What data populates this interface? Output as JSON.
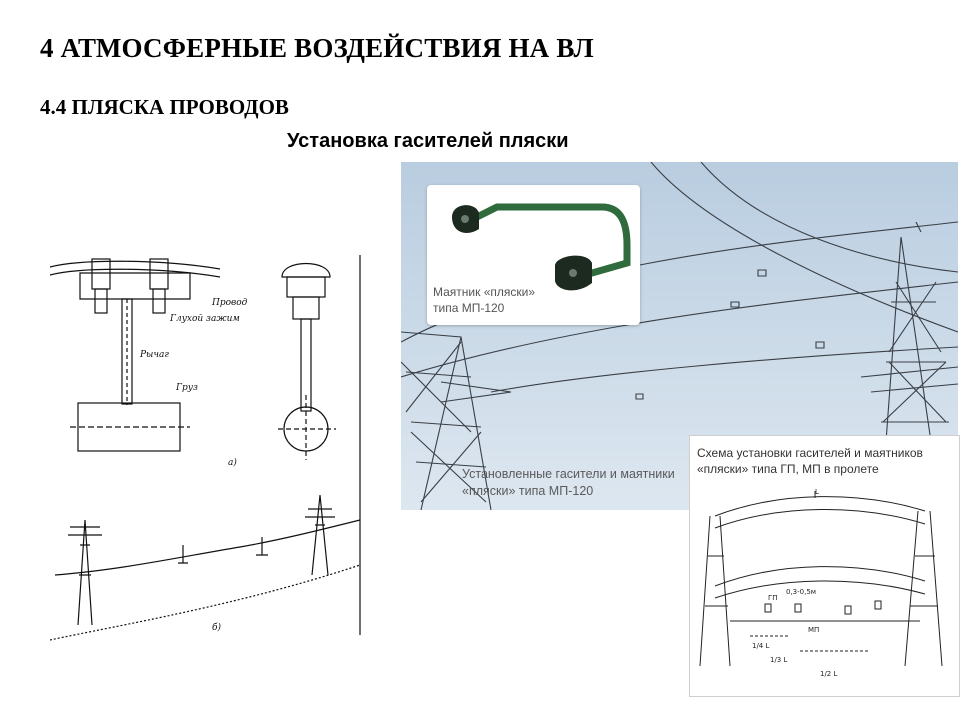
{
  "slide": {
    "title": "4 АТМОСФЕРНЫЕ ВОЗДЕЙСТВИЯ НА ВЛ",
    "subtitle": "4.4 ПЛЯСКА ПРОВОДОВ",
    "caption": "Установка гасителей пляски"
  },
  "drawing": {
    "label_wire": "Провод",
    "label_clamp": "Глухой зажим",
    "label_lever": "Рычаг",
    "label_weight": "Груз",
    "label_a": "а)",
    "label_b": "б)"
  },
  "photo": {
    "inset_caption": "Маятник «пляски» типа МП-120",
    "caption": "Установленные гасители и маятники «пляски» типа МП-120"
  },
  "scheme": {
    "caption": "Схема установки гасителей и маятников «пляски» типа ГП, МП в пролете",
    "label_L": "L",
    "label_gp": "ГП",
    "label_mp": "МП",
    "label_dist": "0,3-0,5м",
    "label_quarter": "1/4 L",
    "label_third": "1/3 L",
    "label_half": "1/2 L"
  },
  "colors": {
    "sky_top": "#b9cde0",
    "sky_bottom": "#d7e3ee",
    "tower": "#3a3f46",
    "product_green": "#2f6b3c"
  }
}
